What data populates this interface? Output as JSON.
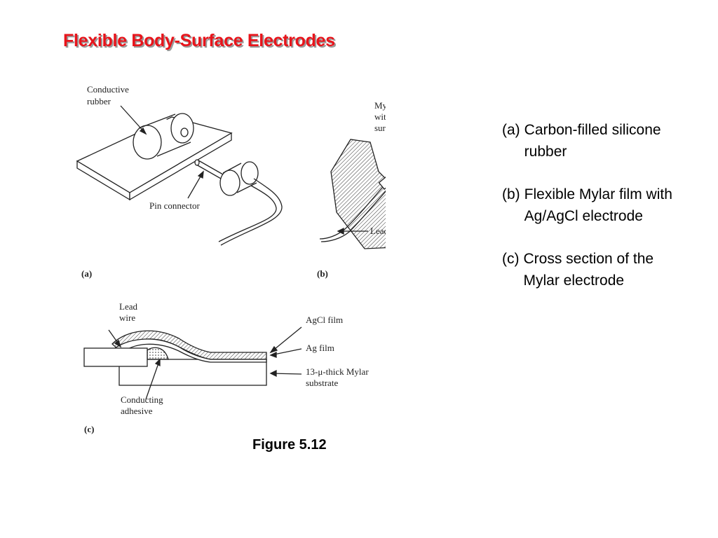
{
  "slide": {
    "title": "Flexible Body-Surface Electrodes",
    "caption": "Figure 5.12"
  },
  "diagram": {
    "panel_a": {
      "tag": "(a)",
      "label_rubber_line1": "Conductive",
      "label_rubber_line2": "rubber",
      "label_pin": "Pin connector"
    },
    "panel_b": {
      "tag": "(b)",
      "label_film_line1": "Mylar film",
      "label_film_line2": "with AgCl",
      "label_film_line3": "surface",
      "label_lead": "Lead wire"
    },
    "panel_c": {
      "tag": "(c)",
      "label_lead_line1": "Lead",
      "label_lead_line2": "wire",
      "label_agcl": "AgCl film",
      "label_ag": "Ag film",
      "label_mylar_line1": "13-μ-thick Mylar",
      "label_mylar_line2": "substrate",
      "label_adhesive_line1": "Conducting",
      "label_adhesive_line2": "adhesive"
    }
  },
  "descriptions": [
    {
      "tag": "(a)",
      "text": "Carbon-filled silicone rubber"
    },
    {
      "tag": "(b)",
      "text": "Flexible Mylar film with Ag/AgCl electrode"
    },
    {
      "tag": "(c)",
      "text": "Cross section of the Mylar electrode"
    }
  ]
}
